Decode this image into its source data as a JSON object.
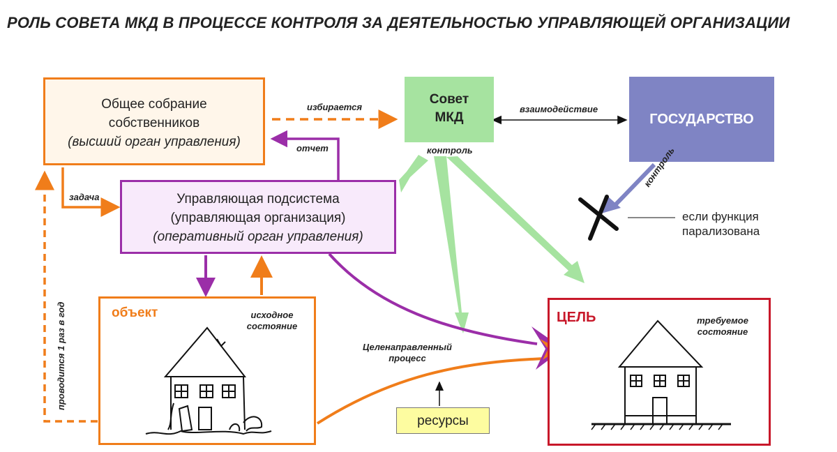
{
  "title": "РОЛЬ СОВЕТА МКД В ПРОЦЕССЕ КОНТРОЛЯ ЗА ДЕЯТЕЛЬНОСТЬЮ УПРАВЛЯЮЩЕЙ ОРГАНИЗАЦИИ",
  "assembly": {
    "line1": "Общее собрание",
    "line2": "собственников",
    "line3": "(высший орган управления)"
  },
  "sovet": {
    "line1": "Совет",
    "line2": "МКД"
  },
  "gos": {
    "label": "ГОСУДАРСТВО"
  },
  "mgmt": {
    "line1": "Управляющая подсистема",
    "line2": "(управляющая организация)",
    "line3": "(оперативный орган управления)"
  },
  "object": {
    "title": "объект",
    "state_line1": "исходное",
    "state_line2": "состояние"
  },
  "goal": {
    "title": "ЦЕЛЬ",
    "state_line1": "требуемое",
    "state_line2": "состояние"
  },
  "resources": {
    "label": "ресурсы"
  },
  "labels": {
    "elected": "избирается",
    "interaction": "взаимодействие",
    "control_sovet": "контроль",
    "control_gos": "контроль",
    "report": "отчет",
    "task": "задача",
    "annual": "проводится 1 раз в год",
    "process_line1": "Целенаправленный",
    "process_line2": "процесс"
  },
  "note": {
    "line1": "если функция",
    "line2": "парализована"
  },
  "colors": {
    "orange": "#f07d1a",
    "purple": "#9b2ea8",
    "green": "#a6e3a0",
    "state_blue": "#7f84c4",
    "red": "#c8182a",
    "yellow": "#fdfca0"
  }
}
